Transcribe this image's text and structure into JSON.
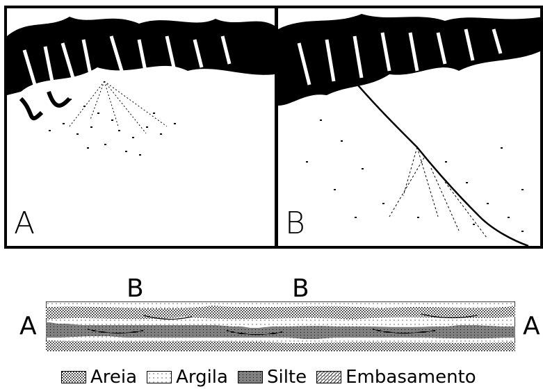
{
  "panels": [
    {
      "label": "A"
    },
    {
      "label": "B"
    }
  ],
  "section": {
    "left_label": "A",
    "right_label": "A",
    "top_labels": [
      "B",
      "B"
    ]
  },
  "legend": [
    {
      "label": "Areia",
      "pattern": "areia-pattern"
    },
    {
      "label": "Argila",
      "pattern": "argila-pattern"
    },
    {
      "label": "Silte",
      "pattern": "silte-pattern"
    },
    {
      "label": "Embasamento",
      "pattern": "embasamento-pattern"
    }
  ]
}
